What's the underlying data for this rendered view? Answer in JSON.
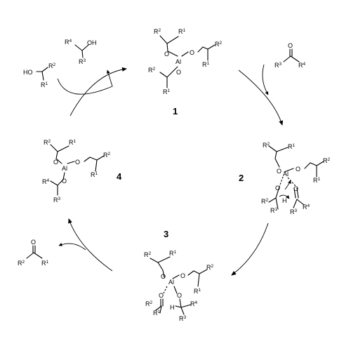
{
  "atoms": {
    "O": "O",
    "OH": "OH",
    "HO": "HO",
    "Al": "Al",
    "H": "H",
    "R": "R"
  },
  "sub": {
    "1": "1",
    "2": "2",
    "3": "3",
    "4": "4"
  },
  "compound_numbers": [
    "1",
    "2",
    "3",
    "4"
  ],
  "colors": {
    "ink": "#000000",
    "background": "#ffffff"
  }
}
